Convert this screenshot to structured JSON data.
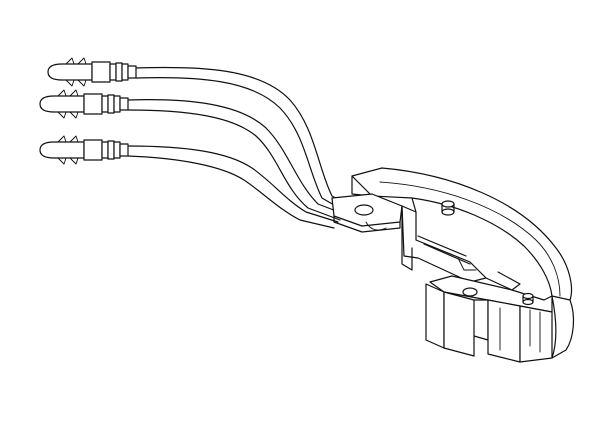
{
  "drawing": {
    "background": "#ffffff",
    "line_color": "#111111",
    "wire_count": 3,
    "components": [
      "wire-harness",
      "crimp-terminal",
      "curved-housing",
      "mounting-bracket",
      "mounting-hole",
      "locator-post",
      "connector-block"
    ]
  }
}
